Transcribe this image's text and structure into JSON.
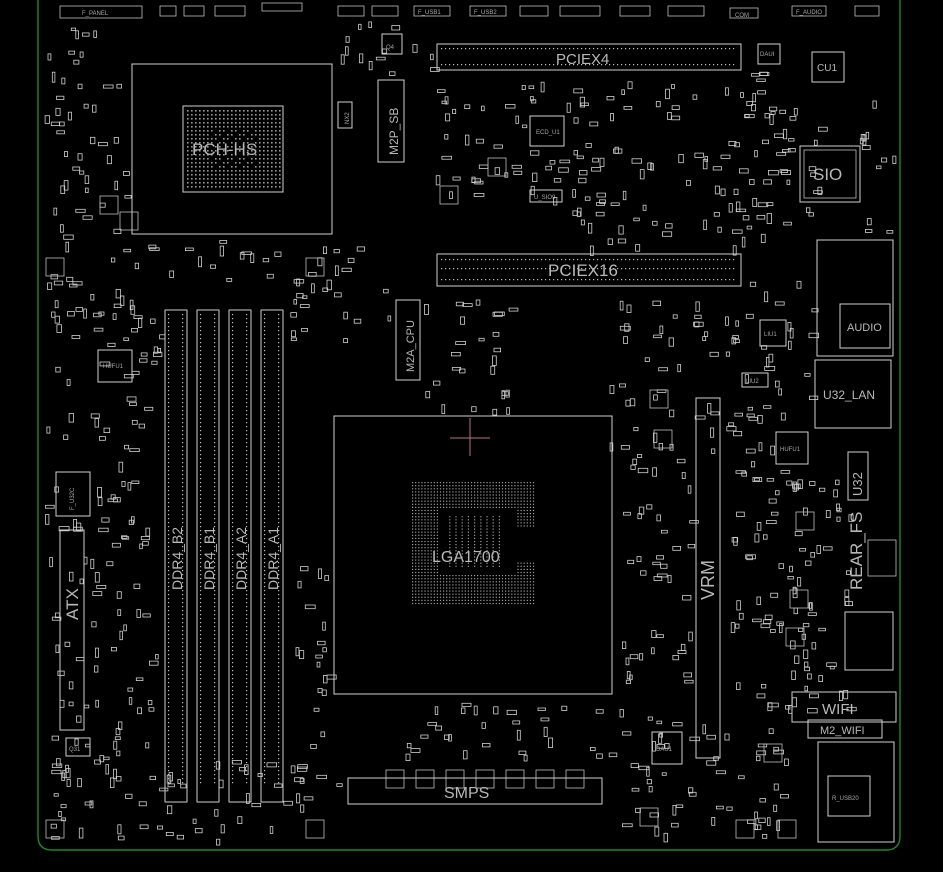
{
  "labels": {
    "f_panel": "F_PANEL",
    "f_usb1": "F_USB1",
    "f_usb2": "F_USB2",
    "com": "COM",
    "f_audio": "F_AUDIO",
    "pciex4": "PCIEX4",
    "pciex16": "PCIEX16",
    "pch": "PCH-HS",
    "m2p_sb": "M2P_SB",
    "m2a_cpu": "M2A_CPU",
    "q4": "Q4",
    "cu1": "CU1",
    "sio": "SIO",
    "audio": "AUDIO",
    "lan": "U32_LAN",
    "atx": "ATX",
    "lga": "LGA1700",
    "ddr4_b2": "DDR4_B2",
    "ddr4_b1": "DDR4_B1",
    "ddr4_a2": "DDR4_A2",
    "ddr4_a1": "DDR4_A1",
    "wifi": "WIFI",
    "m2_wifi": "M2_WIFI",
    "rear_fs": "REAR_FS",
    "u32": "U32",
    "smps": "SMPS",
    "vrm": "VRM",
    "q31": "Q31",
    "liu1": "LIU1",
    "liu2": "LIU2",
    "hufu1": "HUFU1",
    "daui": "DAUI",
    "dau1": "DAU1",
    "ecd_u1": "ECD_U1",
    "f_u32c": "F_U32C",
    "u_sio9": "U_SIO9",
    "nx2": "NX2",
    "r_usb20": "R_USB20"
  },
  "colors": {
    "background": "#000000",
    "silkscreen": "#cfcfcf",
    "board_edge": "#1e8a1e",
    "cpu_mark": "#c07080"
  }
}
